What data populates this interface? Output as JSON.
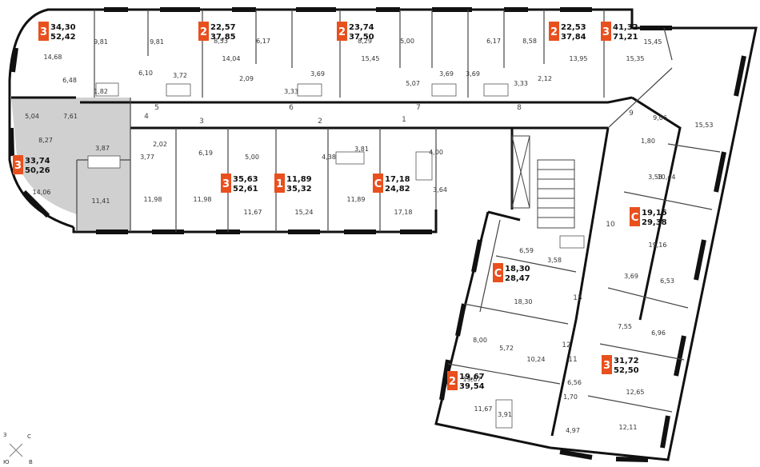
{
  "accent_color": "#e8501e",
  "highlight_color": "#d0d0d0",
  "units": [
    {
      "type": "3",
      "total": "34,30",
      "living": "52,42"
    },
    {
      "type": "2",
      "total": "22,57",
      "living": "37,85"
    },
    {
      "type": "2",
      "total": "23,74",
      "living": "37,50"
    },
    {
      "type": "2",
      "total": "22,53",
      "living": "37,84"
    },
    {
      "type": "3",
      "total": "41,32",
      "living": "71,21"
    },
    {
      "type": "3",
      "total": "33,74",
      "living": "50,26"
    },
    {
      "type": "3",
      "total": "35,63",
      "living": "52,61"
    },
    {
      "type": "1",
      "total": "11,89",
      "living": "35,32"
    },
    {
      "type": "С",
      "total": "17,18",
      "living": "24,82"
    },
    {
      "type": "С",
      "total": "19,16",
      "living": "29,38"
    },
    {
      "type": "С",
      "total": "18,30",
      "living": "28,47"
    },
    {
      "type": "3",
      "total": "31,72",
      "living": "52,50"
    },
    {
      "type": "2",
      "total": "19,67",
      "living": "39,54"
    }
  ],
  "room_areas": [
    "9,81",
    "9,81",
    "14,68",
    "6,10",
    "3,72",
    "6,48",
    "1,82",
    "5,04",
    "7,61",
    "8,27",
    "3,87",
    "14,06",
    "11,41",
    "8,53",
    "6,17",
    "14,04",
    "2,09",
    "3,33",
    "3,69",
    "8,29",
    "5,00",
    "15,45",
    "5,07",
    "3,69",
    "6,17",
    "8,58",
    "3,69",
    "3,33",
    "13,95",
    "2,12",
    "15,45",
    "15,35",
    "15,53",
    "9,06",
    "1,80",
    "3,58",
    "10,44",
    "2,02",
    "3,77",
    "6,19",
    "5,00",
    "11,98",
    "11,98",
    "11,67",
    "4,38",
    "3,81",
    "15,24",
    "11,89",
    "4,00",
    "3,64",
    "17,18",
    "6,59",
    "3,58",
    "18,30",
    "19,16",
    "3,69",
    "6,53",
    "7,55",
    "6,96",
    "8,00",
    "5,72",
    "10,24",
    "12,65",
    "6,56",
    "1,70",
    "19,67",
    "11,67",
    "3,91",
    "4,97",
    "12,11"
  ],
  "corridor_numbers": [
    "1",
    "2",
    "3",
    "4",
    "5",
    "6",
    "7",
    "8",
    "9",
    "10",
    "11",
    "12",
    "13"
  ],
  "compass": {
    "west": "З",
    "south": "Ю",
    "north": "С",
    "east": "В"
  }
}
